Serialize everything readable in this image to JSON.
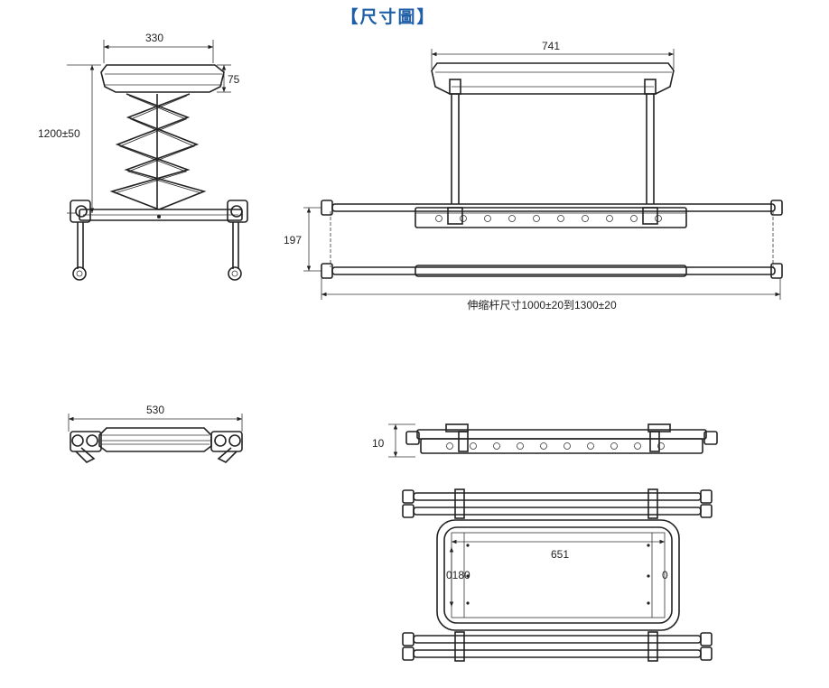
{
  "title": "【尺寸圖】",
  "dimensions": {
    "side_width": "330",
    "side_cap_height": "75",
    "side_height": "1200±50",
    "front_width": "741",
    "front_bar_gap": "197",
    "rod_span": "伸缩杆尺寸1000±20到1300±20",
    "top_width": "530",
    "bottom_front_height": "10",
    "inner_width": "651",
    "inner_left_label": "0180",
    "inner_right_label": "0"
  }
}
